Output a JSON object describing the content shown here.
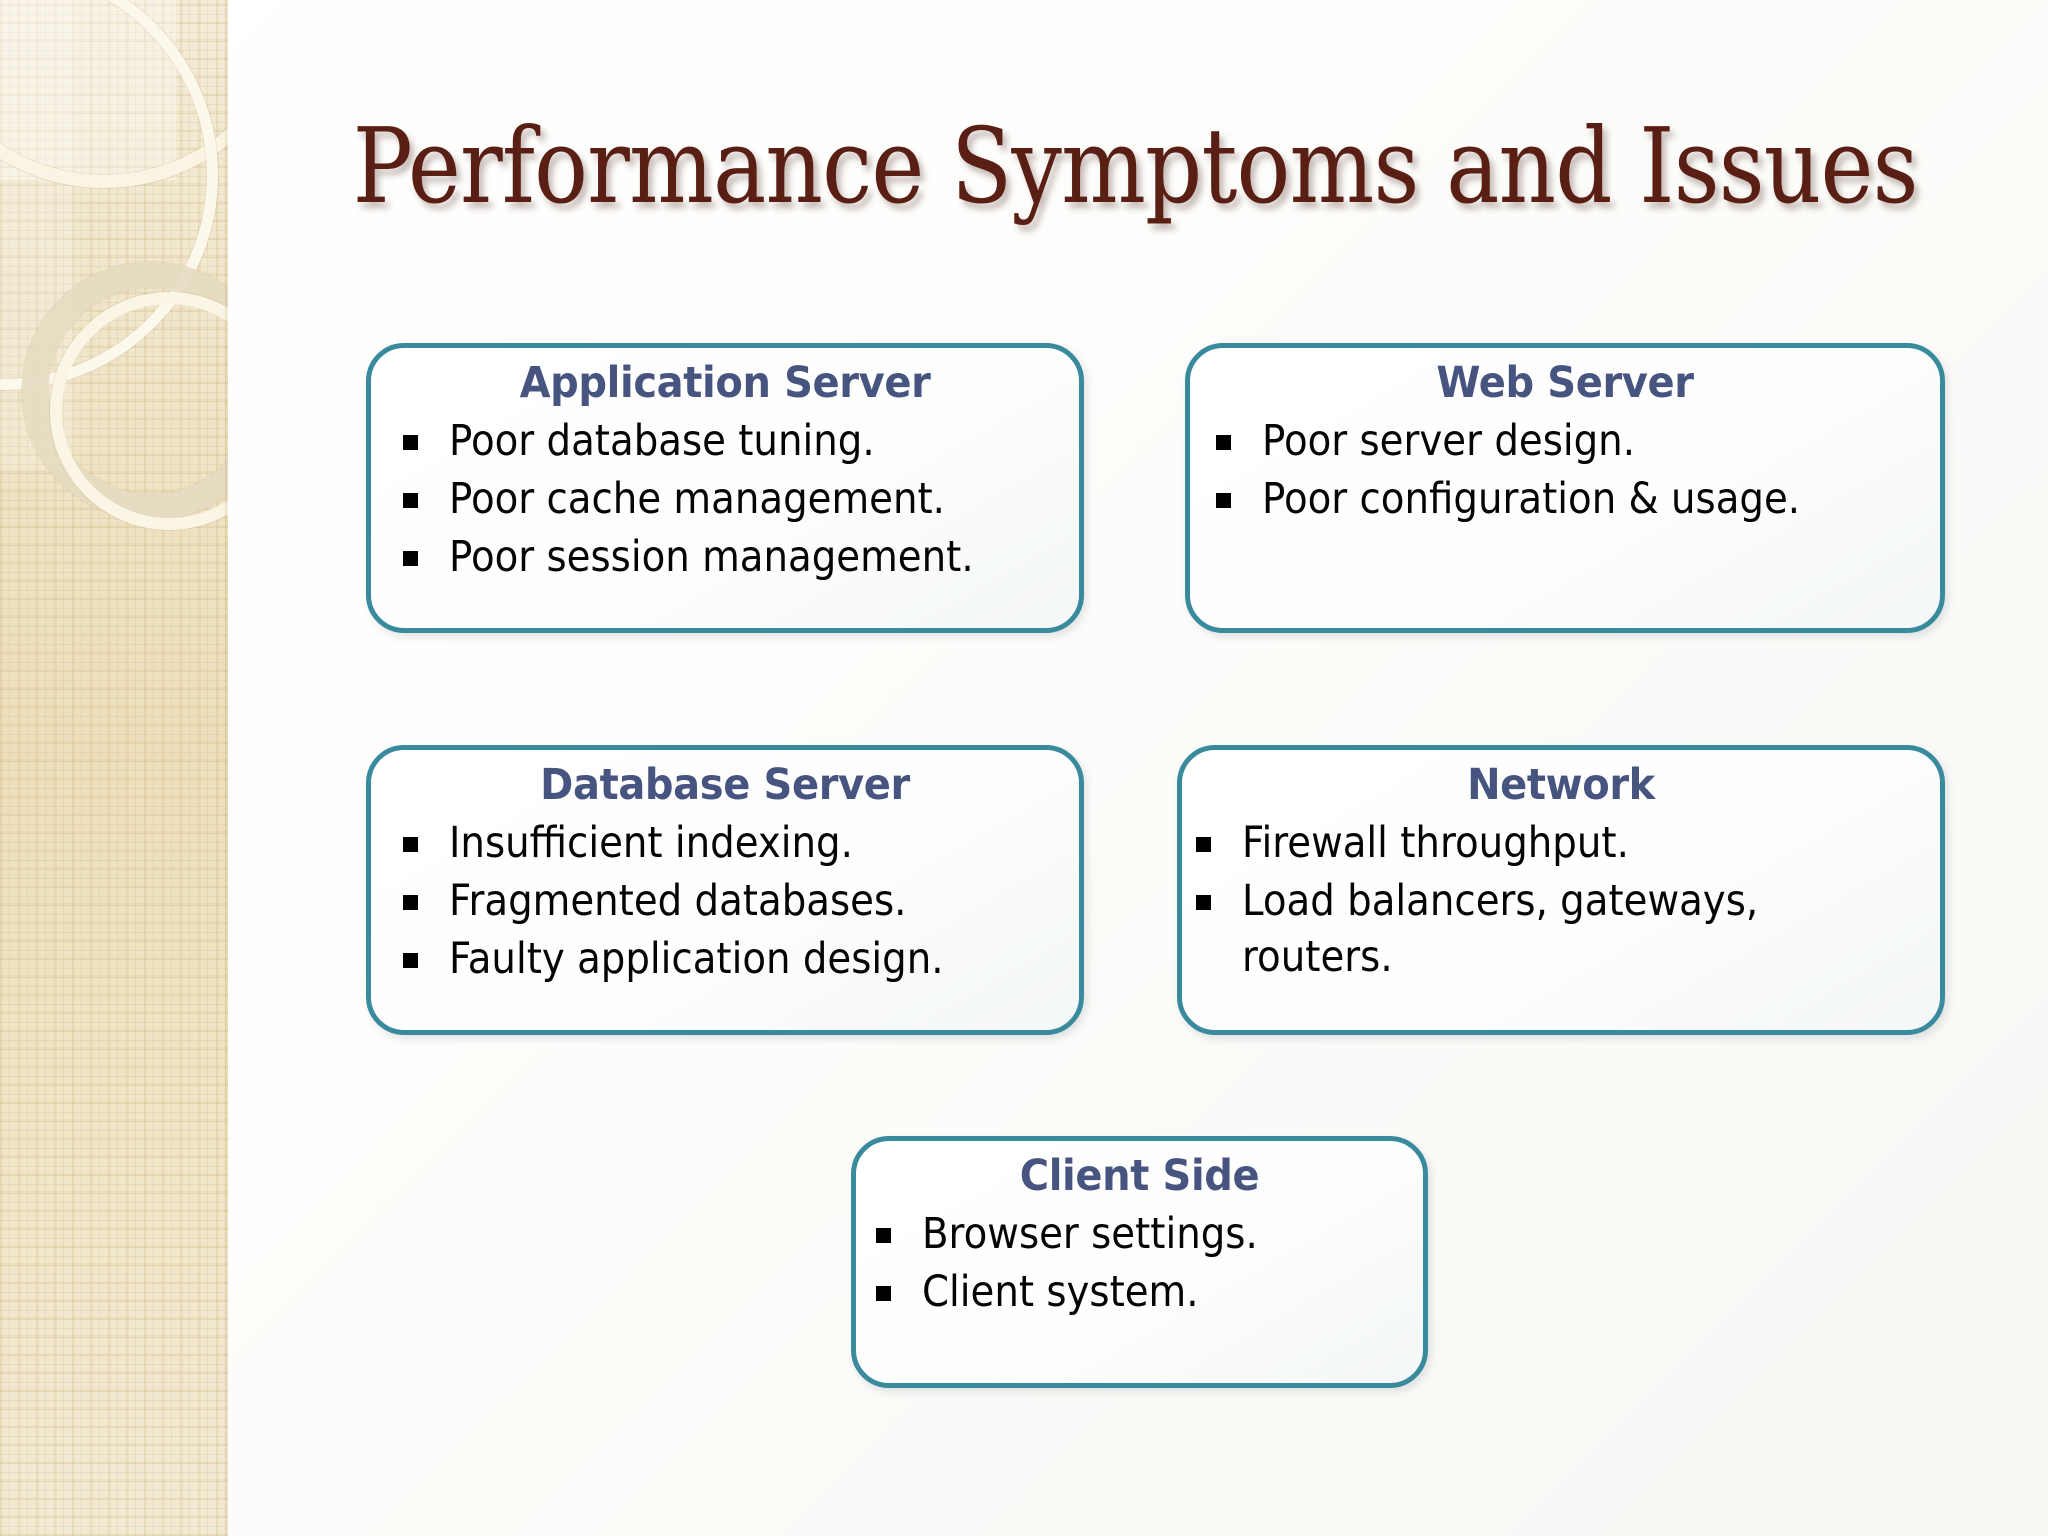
{
  "slide": {
    "title": "Performance Symptoms and Issues",
    "title_color": "#5a1f14",
    "accent_border_color": "#3a8a9e",
    "heading_color": "#46547f",
    "body_text_color": "#050505",
    "sidebar_color": "#f0e6cb",
    "bullet_glyph": "square-bullet"
  },
  "boxes": [
    {
      "id": "application-server",
      "heading": "Application Server",
      "items": [
        "Poor database tuning.",
        "Poor cache management.",
        "Poor session management."
      ]
    },
    {
      "id": "web-server",
      "heading": "Web Server",
      "items": [
        "Poor server design.",
        "Poor configuration & usage."
      ]
    },
    {
      "id": "database-server",
      "heading": "Database Server",
      "items": [
        "Insufficient indexing.",
        "Fragmented databases.",
        "Faulty application design."
      ]
    },
    {
      "id": "network",
      "heading": "Network",
      "items": [
        "Firewall throughput.",
        "Load balancers, gateways,\nrouters."
      ]
    },
    {
      "id": "client-side",
      "heading": "Client Side",
      "items": [
        "Browser settings.",
        "Client system."
      ]
    }
  ]
}
